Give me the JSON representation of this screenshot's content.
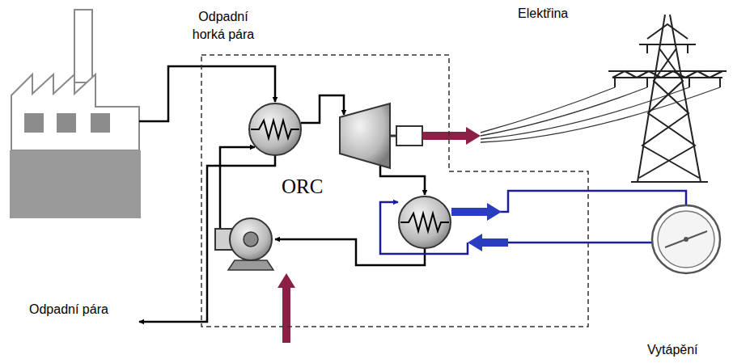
{
  "diagram": {
    "nodes": [
      {
        "text": [
          "ORC"
        ]
      }
    ],
    "labels": [
      "Odpadní horká pára",
      "Elektřina",
      "Odpadní pára",
      "Vytápění"
    ]
  }
}
